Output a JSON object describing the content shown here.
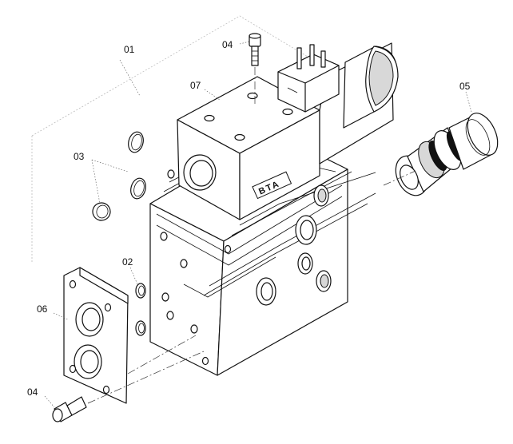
{
  "diagram": {
    "part_labels": {
      "p01": "01",
      "p02": "02",
      "p03": "03",
      "p04_top": "04",
      "p04_bottom": "04",
      "p05": "05",
      "p06": "06",
      "p07": "07"
    },
    "coil_marking": "BTA"
  }
}
